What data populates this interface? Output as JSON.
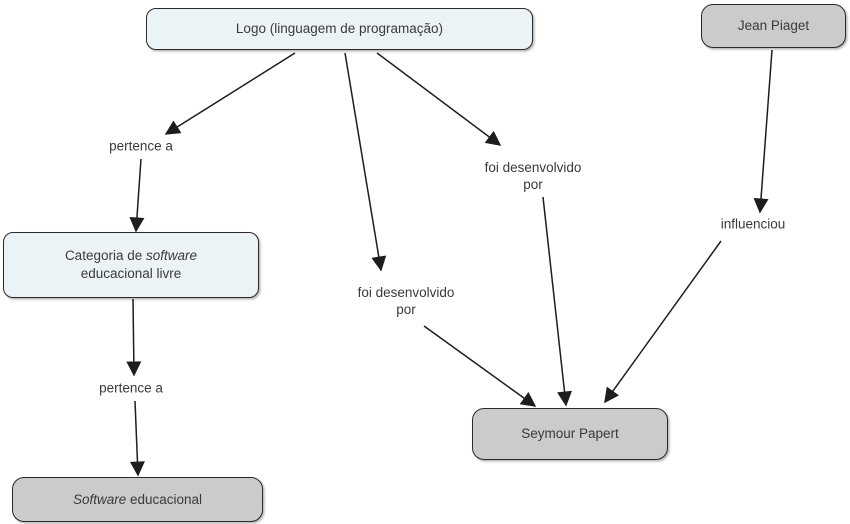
{
  "nodes": {
    "logo": {
      "label": "Logo (linguagem de programação)"
    },
    "jean_piaget": {
      "label": "Jean Piaget"
    },
    "categoria": {
      "line1_pre": "Categoria de",
      "line1_italic": "software",
      "line2": "educacional livre"
    },
    "software_educacional": {
      "italic": "Software",
      "rest": "educacional"
    },
    "seymour_papert": {
      "label": "Seymour Papert"
    }
  },
  "edges": [
    {
      "from": "logo",
      "label": "pertence a",
      "to": "categoria"
    },
    {
      "from": "logo",
      "label": "foi desenvolvido por",
      "to": "seymour_papert"
    },
    {
      "from": "logo",
      "label": "foi desenvolvido por",
      "to": "seymour_papert"
    },
    {
      "from": "jean_piaget",
      "label": "influenciou",
      "to": "seymour_papert"
    },
    {
      "from": "categoria",
      "label": "pertence a",
      "to": "software_educacional"
    }
  ],
  "colors": {
    "node_blue_fill": "#ecf3f7",
    "node_gray_fill": "#cbcbcb",
    "node_border": "#2b2a2a",
    "text": "#3a3a3a",
    "arrow": "#1d1d1d",
    "background": "#ffffff"
  }
}
